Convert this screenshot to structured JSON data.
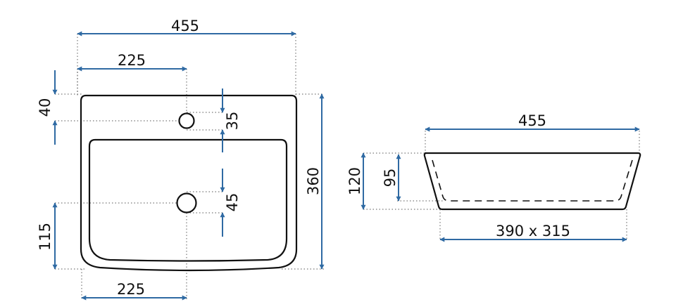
{
  "front_view": {
    "overall_width": "455",
    "tap_hole_offset": "225",
    "tap_hole_top": "40",
    "tap_hole_diameter": "35",
    "drain_diameter": "45",
    "overall_depth": "360",
    "drain_from_bottom": "115",
    "drain_offset": "225"
  },
  "side_view": {
    "overall_width": "455",
    "overall_height": "120",
    "bowl_depth": "95",
    "base_size": "390 x 315"
  },
  "colors": {
    "dimension_line": "#2f6aa3",
    "outline": "#111111",
    "extension_line": "#777777"
  }
}
